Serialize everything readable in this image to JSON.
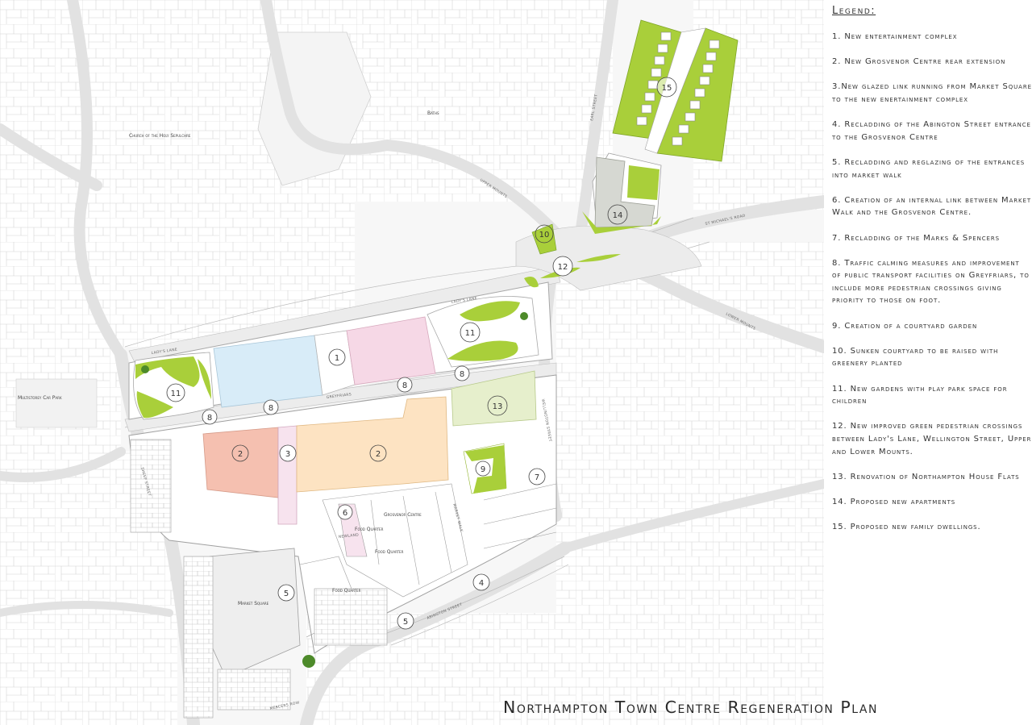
{
  "legend": {
    "title": "Legend:",
    "items": [
      "1. New entertainment complex",
      "2. New Grosvenor Centre rear extension",
      "3.New glazed link running from Market Square to the new enertainment complex",
      "4. Recladding of the Abington Street entrance to the Grosvenor Centre",
      "5. Recladding and reglazing of the entrances into market walk",
      "6. Creation of an internal link between Market Walk and the Grosvenor Centre.",
      "7. Recladding of the Marks & Spencers",
      "8. Traffic calming measures and improvement of public transport facilities on Greyfriars, to include more pedestrian crossings giving priority to those on foot.",
      "9. Creation of a courtyard garden",
      "10. Sunken courtyard to be raised with greenery planted",
      "11. New gardens with play park space for children",
      "12. New improved green pedestrian crossings between Lady's Lane, Wellington Street, Upper and Lower Mounts.",
      "13. Renovation of Northampton House Flats",
      "14. Proposed new apartments",
      "15. Proposed new family dwellings."
    ]
  },
  "plan_title": "Northampton Town Centre Regeneration Plan",
  "map": {
    "streets": {
      "ladys_lane_west": "LADY'S LANE",
      "ladys_lane_east": "LADY'S LANE",
      "greyfriars": "GREYFRIARS",
      "upper_mounts": "UPPER MOUNTS",
      "lower_mounts": "LOWER MOUNTS",
      "st_michaels_road": "ST MICHAEL'S ROAD",
      "abington_street": "ABINGTON STREET",
      "wellington_street": "WELLINGTON STREET",
      "earl_street": "EARL STREET",
      "sheep_street": "SHEEP STREET",
      "mercers_row": "MERCERS ROW",
      "newland": "NEWLAND",
      "market_walk": "MARKET WALK"
    },
    "places": {
      "market_square": "Market Square",
      "grosvenor_centre": "Grosvenor Centre",
      "food_quarter_1": "Food Quarter",
      "food_quarter_2": "Food Quarter",
      "food_quarter_3": "Food Quarter",
      "multistorey_car_park": "Multistorey Car Park",
      "baths": "Baths",
      "church": "Church of the Holy Sepulchre"
    },
    "markers": {
      "m1": "1",
      "m2a": "2",
      "m2b": "2",
      "m3": "3",
      "m4": "4",
      "m5a": "5",
      "m5b": "5",
      "m6": "6",
      "m7": "7",
      "m8a": "8",
      "m8b": "8",
      "m8c": "8",
      "m8d": "8",
      "m9": "9",
      "m10": "10",
      "m11a": "11",
      "m11b": "11",
      "m12": "12",
      "m13": "13",
      "m14": "14",
      "m15": "15"
    },
    "colors": {
      "entertainment_pink": "#f6d8e6",
      "extension_red": "#f5c0b0",
      "extension_orange": "#fde3c2",
      "link_pink": "#f7e3ee",
      "blue_block": "#d8ecf8",
      "green_garden": "#a9cf3a",
      "pale_green": "#e6efcc",
      "apartments_grey": "#d6d8d2",
      "road_grey": "#ececec"
    }
  }
}
